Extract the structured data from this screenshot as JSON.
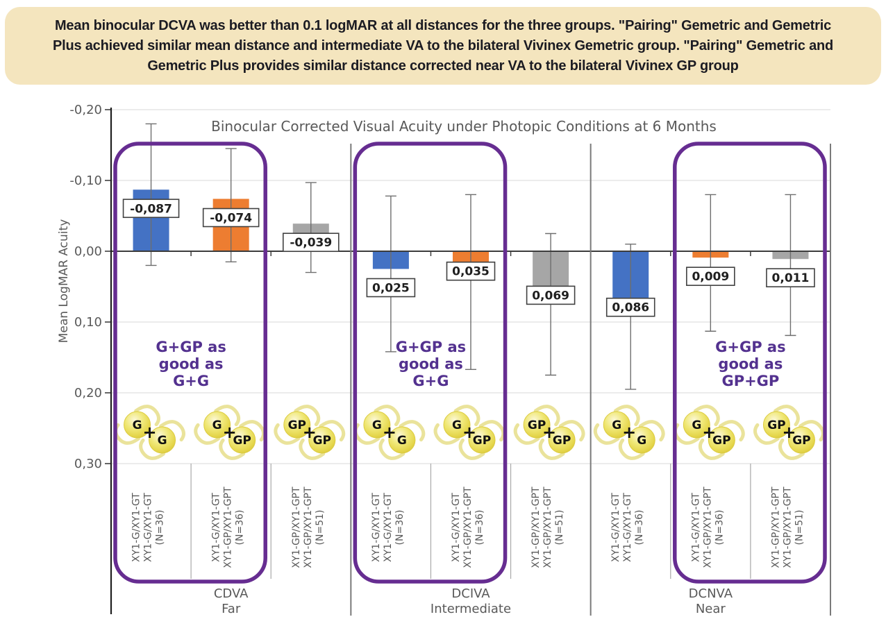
{
  "banner": {
    "bg": "#F4E5BE",
    "text_color": "#1B1B22",
    "lines": [
      "Mean binocular DCVA was better than 0.1 logMAR at all distances for the three groups. \"Pairing\" Gemetric and Gemetric",
      "Plus achieved similar mean distance and intermediate VA to the bilateral Vivinex Gemetric group. \"Pairing\" Gemetric and",
      "Gemetric Plus provides similar distance corrected near VA to the bilateral Vivinex GP group"
    ]
  },
  "chart_data": {
    "type": "bar",
    "title": "Binocular Corrected Visual Acuity under Photopic Conditions at 6 Months",
    "ylabel": "Mean LogMAR Acuity",
    "y_unit": "logMAR",
    "y_inverted": true,
    "ylim": [
      -0.2,
      0.3
    ],
    "grid": true,
    "yticks": [
      -0.2,
      -0.1,
      0.0,
      0.1,
      0.2,
      0.3
    ],
    "ytick_labels": [
      "-0,20",
      "-0,10",
      "0,00",
      "0,10",
      "0,20",
      "0,30"
    ],
    "series_colors": {
      "blue": "#4472C4",
      "orange": "#ED7D31",
      "gray": "#A6A6A6"
    },
    "groups": [
      {
        "name": "CDVA",
        "distance": "Far",
        "bars": [
          {
            "color": "blue",
            "value": -0.087,
            "label": "-0,087",
            "err_min": -0.18,
            "err_max": 0.02,
            "icon_pair": [
              "G",
              "G"
            ],
            "xlabel_lines": [
              "XY1-G/XY1-GT",
              "XY1-G/XY1-GT",
              "(N=36)"
            ]
          },
          {
            "color": "orange",
            "value": -0.074,
            "label": "-0,074",
            "err_min": -0.145,
            "err_max": 0.015,
            "icon_pair": [
              "G",
              "GP"
            ],
            "xlabel_lines": [
              "XY1-G/XY1-GT",
              "XY1-GP/XY1-GPT",
              "(N=36)"
            ]
          },
          {
            "color": "gray",
            "value": -0.039,
            "label": "-0,039",
            "err_min": -0.097,
            "err_max": 0.03,
            "icon_pair": [
              "GP",
              "GP"
            ],
            "xlabel_lines": [
              "XY1-GP/XY1-GPT",
              "XY1-GP/XY1-GPT",
              "(N=51)"
            ]
          }
        ],
        "highlight": {
          "bar_indices": [
            0,
            1
          ],
          "note_lines": [
            "G+GP as",
            "good as",
            "G+G"
          ]
        }
      },
      {
        "name": "DCIVA",
        "distance": "Intermediate",
        "bars": [
          {
            "color": "blue",
            "value": 0.025,
            "label": "0,025",
            "err_min": -0.078,
            "err_max": 0.142,
            "icon_pair": [
              "G",
              "G"
            ],
            "xlabel_lines": [
              "XY1-G/XY1-GT",
              "XY1-G/XY1-GT",
              "(N=36)"
            ]
          },
          {
            "color": "orange",
            "value": 0.035,
            "label": "0,035",
            "err_min": -0.08,
            "err_max": 0.167,
            "icon_pair": [
              "G",
              "GP"
            ],
            "xlabel_lines": [
              "XY1-G/XY1-GT",
              "XY1-GP/XY1-GPT",
              "(N=36)"
            ]
          },
          {
            "color": "gray",
            "value": 0.069,
            "label": "0,069",
            "err_min": -0.025,
            "err_max": 0.175,
            "icon_pair": [
              "GP",
              "GP"
            ],
            "xlabel_lines": [
              "XY1-GP/XY1-GPT",
              "XY1-GP/XY1-GPT",
              "(N=51)"
            ]
          }
        ],
        "highlight": {
          "bar_indices": [
            0,
            1
          ],
          "note_lines": [
            "G+GP as",
            "good as",
            "G+G"
          ]
        }
      },
      {
        "name": "DCNVA",
        "distance": "Near",
        "bars": [
          {
            "color": "blue",
            "value": 0.086,
            "label": "0,086",
            "err_min": -0.01,
            "err_max": 0.195,
            "icon_pair": [
              "G",
              "G"
            ],
            "xlabel_lines": [
              "XY1-G/XY1-GT",
              "XY1-G/XY1-GT",
              "(N=36)"
            ]
          },
          {
            "color": "orange",
            "value": 0.009,
            "label": "0,009",
            "err_min": -0.08,
            "err_max": 0.113,
            "icon_pair": [
              "G",
              "GP"
            ],
            "xlabel_lines": [
              "XY1-G/XY1-GT",
              "XY1-GP/XY1-GPT",
              "(N=36)"
            ]
          },
          {
            "color": "gray",
            "value": 0.011,
            "label": "0,011",
            "err_min": -0.08,
            "err_max": 0.119,
            "icon_pair": [
              "GP",
              "GP"
            ],
            "xlabel_lines": [
              "XY1-GP/XY1-GPT",
              "XY1-GP/XY1-GPT",
              "(N=51)"
            ]
          }
        ],
        "highlight": {
          "bar_indices": [
            1,
            2
          ],
          "note_lines": [
            "G+GP as",
            "good as",
            "GP+GP"
          ]
        }
      }
    ],
    "style": {
      "highlight_box_color": "#662D91",
      "note_text_color": "#53318F",
      "axis_text_color": "#595959",
      "axis_line_color": "#1F1F1F",
      "zero_line_color": "#3C3C3C",
      "grid_color": "#DADADA",
      "separator_color": "#7A7A7A",
      "cell_separator_color": "#A8A8A8",
      "error_bar_color": "#6E6E6E",
      "value_label_border": "#404040",
      "value_label_text": "#1F1F1F",
      "lens_haptic_color": "#EAE39B",
      "lens_label_color": "#111111"
    }
  }
}
